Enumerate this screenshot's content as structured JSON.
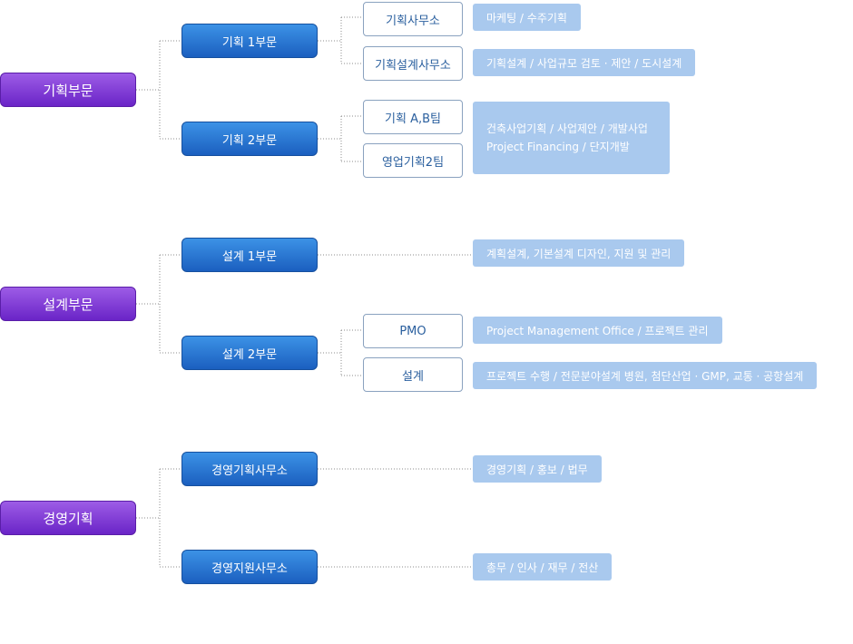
{
  "divisions": [
    {
      "label": "기획부문"
    },
    {
      "label": "설계부문"
    },
    {
      "label": "경영기획"
    }
  ],
  "departments": [
    {
      "label": "기획 1부문"
    },
    {
      "label": "기획 2부문"
    },
    {
      "label": "설계 1부문"
    },
    {
      "label": "설계 2부문"
    },
    {
      "label": "경영기획사무소"
    },
    {
      "label": "경영지원사무소"
    }
  ],
  "offices": [
    {
      "label": "기획사무소"
    },
    {
      "label": "기획설계사무소"
    },
    {
      "label": "기획 A,B팀"
    },
    {
      "label": "영업기획2팀"
    },
    {
      "label": "PMO"
    },
    {
      "label": "설계"
    }
  ],
  "descriptions": [
    {
      "text": "마케팅 / 수주기획"
    },
    {
      "text": "기획설계 / 사업규모 검토 · 제안 / 도시설계"
    },
    {
      "line1": "건축사업기획 / 사업제안 / 개발사업",
      "line2": "Project Financing / 단지개발"
    },
    {
      "text": "계획설계, 기본설계 디자인, 지원 및 관리"
    },
    {
      "text": "Project Management Office / 프로젝트 관리"
    },
    {
      "text": "프로젝트 수행 / 전문분야설계 병원, 첨단산업 · GMP, 교통 · 공항설계"
    },
    {
      "text": "경영기획 / 홍보 / 법무"
    },
    {
      "text": "총무 / 인사 / 재무 / 전산"
    }
  ],
  "colors": {
    "division": "#7b3fd6",
    "department": "#2a76d2",
    "office_border": "#8aa2bf",
    "description": "#a9c9ee",
    "connector": "#8c8c8c"
  }
}
